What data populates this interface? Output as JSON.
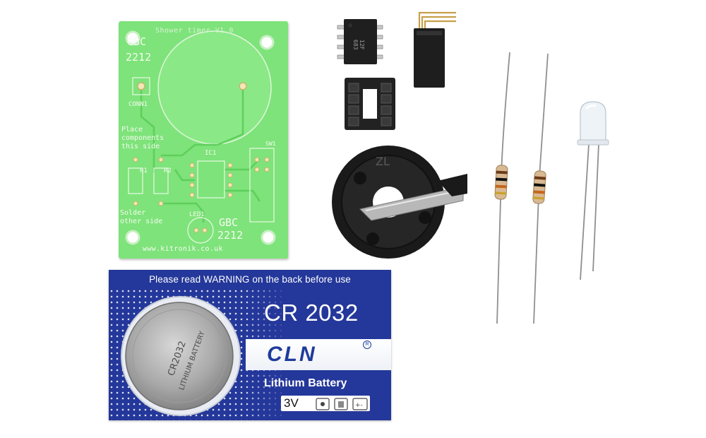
{
  "pcb": {
    "title": "Shower timer V1.0",
    "brand_top": "GBC",
    "code_top": "2212",
    "conn_label": "CONN1",
    "place_note": "Place\ncomponents\nthis side",
    "sw_label": "SW1",
    "ic_label": "IC1",
    "r1_label": "R1",
    "r2_label": "R2",
    "solder_note": "Solder\nother side",
    "led_label": "LED1",
    "brand_bottom": "GBC",
    "code_bottom": "2212",
    "url": "www.kitronik.co.uk"
  },
  "battery_card": {
    "warning": "Please read WARNING on the back before use",
    "model": "CR 2032",
    "brand": "CLN",
    "registered_mark": "R",
    "type": "Lithium Battery",
    "voltage": "3V",
    "accent_color": "#24379a",
    "coin_cell": {
      "marking_1": "CR2032",
      "marking_2": "LITHIUM BATTERY"
    }
  },
  "chip": {
    "marking_1": "12F",
    "marking_2": "683"
  },
  "battery_holder": {
    "marking": "ZL"
  },
  "icons": [
    "coin-cell-icon",
    "battery-holder-icon",
    "pin-header-icon",
    "ic-socket-icon",
    "resistor-icon",
    "led-icon"
  ]
}
